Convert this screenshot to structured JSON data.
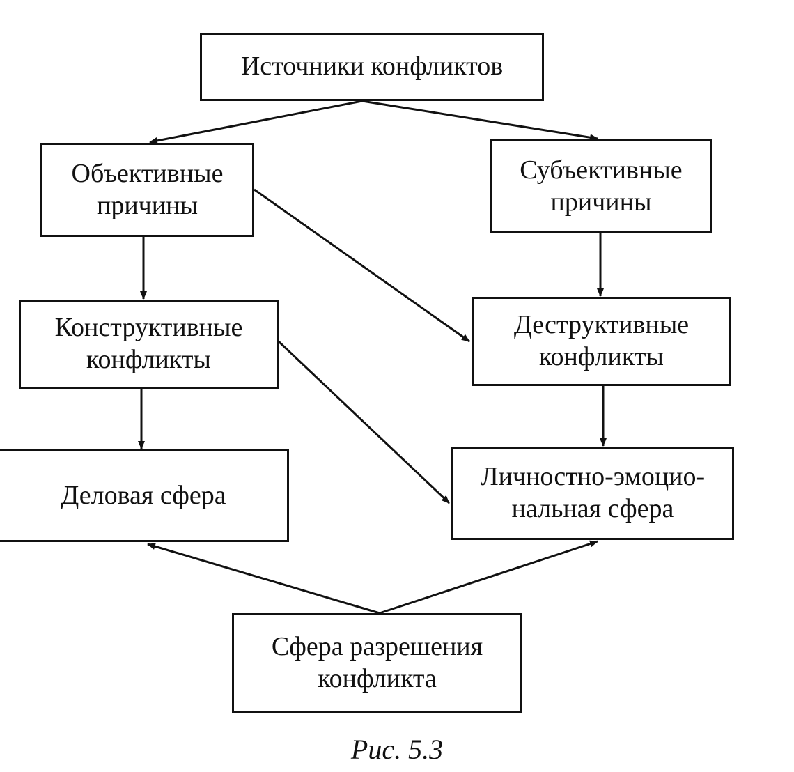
{
  "diagram": {
    "nodes": {
      "sources": {
        "lines": [
          "Источники конфликтов"
        ]
      },
      "objective": {
        "lines": [
          "Объективные",
          "причины"
        ]
      },
      "subjective": {
        "lines": [
          "Субъективные",
          "причины"
        ]
      },
      "constructive": {
        "lines": [
          "Конструктивные",
          "конфликты"
        ]
      },
      "destructive": {
        "lines": [
          "Деструктивные",
          "конфликты"
        ]
      },
      "business": {
        "lines": [
          "Деловая сфера"
        ]
      },
      "personal": {
        "lines": [
          "Личностно-эмоцио-",
          "нальная сфера"
        ]
      },
      "resolution": {
        "lines": [
          "Сфера разрешения",
          "конфликта"
        ]
      }
    },
    "edges": [
      {
        "from": "sources",
        "to": "objective"
      },
      {
        "from": "sources",
        "to": "subjective"
      },
      {
        "from": "objective",
        "to": "constructive"
      },
      {
        "from": "objective",
        "to": "destructive"
      },
      {
        "from": "subjective",
        "to": "destructive"
      },
      {
        "from": "constructive",
        "to": "business"
      },
      {
        "from": "constructive",
        "to": "personal"
      },
      {
        "from": "destructive",
        "to": "personal"
      },
      {
        "from": "resolution",
        "to": "business"
      },
      {
        "from": "resolution",
        "to": "personal"
      }
    ],
    "caption": "Рис.  5.3"
  }
}
